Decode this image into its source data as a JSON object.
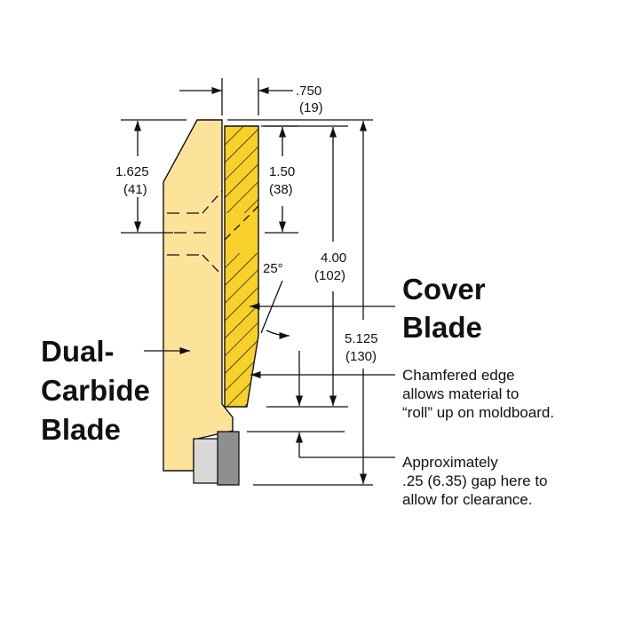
{
  "colors": {
    "dual_blade_fill": "#fde39a",
    "cover_blade_fill": "#f7d02a",
    "carbide_light": "#d8d9d6",
    "carbide_dark": "#8e8f8f",
    "stroke": "#111111"
  },
  "dimensions": {
    "width_top": {
      "value": ".750",
      "metric": "(19)"
    },
    "dual_chamfer_height": {
      "value": "1.625",
      "metric": "(41)"
    },
    "cover_hatch_height": {
      "value": "1.50",
      "metric": "(38)"
    },
    "cover_height": {
      "value": "4.00",
      "metric": "(102)"
    },
    "total_height": {
      "value": "5.125",
      "metric": "(130)"
    },
    "angle": "25°"
  },
  "labels": {
    "cover_blade": [
      "Cover",
      "Blade"
    ],
    "dual_blade": [
      "Dual-",
      "Carbide",
      "Blade"
    ],
    "chamfer_note": [
      "Chamfered edge",
      "allows material to",
      "“roll” up on moldboard."
    ],
    "gap_note": [
      "Approximately",
      ".25 (6.35) gap here to",
      "allow for clearance."
    ]
  }
}
